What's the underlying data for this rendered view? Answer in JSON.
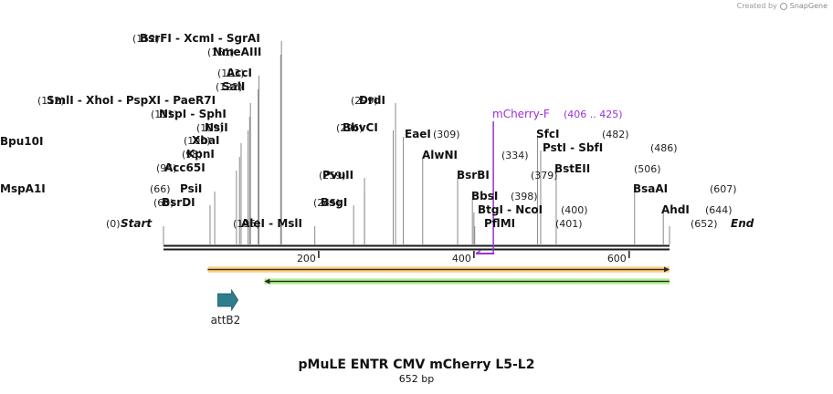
{
  "credit": {
    "prefix": "Created by",
    "brand": "SnapGene"
  },
  "plasmid": {
    "name": "pMuLE ENTR CMV mCherry L5-L2",
    "length_label": "652 bp",
    "length": 652
  },
  "ruler": {
    "ticks": [
      {
        "pos": 200,
        "label": "200"
      },
      {
        "pos": 400,
        "label": "400"
      },
      {
        "pos": 600,
        "label": "600"
      }
    ]
  },
  "sites": [
    {
      "pos": 0,
      "num": "(0)",
      "name": "Start",
      "italic": true
    },
    {
      "pos": 652,
      "num": "(652)",
      "name": "End",
      "italic": true
    },
    {
      "pos": 60,
      "num": "(60)",
      "name": "BsrDI"
    },
    {
      "pos": 66,
      "num": "(66)",
      "name": "PsiI"
    },
    {
      "pos": 94,
      "num": "(94)",
      "name": "Acc65I"
    },
    {
      "pos": 98,
      "num": "(98)",
      "name": "KpnI"
    },
    {
      "pos": 100,
      "num": "(100)",
      "name": "XbaI"
    },
    {
      "pos": 109,
      "num": "(109)",
      "name": "NsiI"
    },
    {
      "pos": 111,
      "num": "(111)",
      "name": "NspI - SphI"
    },
    {
      "pos": 112,
      "num": "(112)",
      "name": "SmlI - XhoI - PspXI - PaeR7I"
    },
    {
      "pos": 122,
      "num": "(122)",
      "name": "SalI"
    },
    {
      "pos": 123,
      "num": "(123)",
      "name": "AccI"
    },
    {
      "pos": 151,
      "num": "(151)",
      "name": "NmeAIII"
    },
    {
      "pos": 152,
      "num": "(152)",
      "name": "BsrFI - XcmI - SgrAI"
    },
    {
      "pos": 195,
      "num": "(195)",
      "name": "AleI - MslI"
    },
    {
      "pos": 245,
      "num": "(245)",
      "name": "BsgI"
    },
    {
      "pos": 259,
      "num": "(259)",
      "name": "PvuII"
    },
    {
      "pos": 259,
      "num": "",
      "name": "MspA1I"
    },
    {
      "pos": 296,
      "num": "(296)",
      "name": "BbvCI"
    },
    {
      "pos": 296,
      "num": "",
      "name": "Bpu10I"
    },
    {
      "pos": 299,
      "num": "(299)",
      "name": "DrdI"
    },
    {
      "pos": 309,
      "num": "(309)",
      "name": "EaeI"
    },
    {
      "pos": 334,
      "num": "(334)",
      "name": "AlwNI"
    },
    {
      "pos": 379,
      "num": "(379)",
      "name": "BsrBI"
    },
    {
      "pos": 398,
      "num": "(398)",
      "name": "BbsI"
    },
    {
      "pos": 400,
      "num": "(400)",
      "name": "BtgI - NcoI"
    },
    {
      "pos": 401,
      "num": "(401)",
      "name": "PflMI"
    },
    {
      "pos": 482,
      "num": "(482)",
      "name": "SfcI"
    },
    {
      "pos": 486,
      "num": "(486)",
      "name": "PstI - SbfI"
    },
    {
      "pos": 506,
      "num": "(506)",
      "name": "BstEII"
    },
    {
      "pos": 607,
      "num": "(607)",
      "name": "BsaAI"
    },
    {
      "pos": 644,
      "num": "(644)",
      "name": "AhdI"
    }
  ],
  "primer": {
    "name": "mCherry-F",
    "range": "(406 .. 425)",
    "start": 406,
    "end": 425,
    "color": "#9b30d9"
  },
  "features": [
    {
      "type": "orange-bar",
      "start": 57,
      "end": 652,
      "direction": "forward",
      "color": "#f5a623"
    },
    {
      "type": "green-bar",
      "start": 130,
      "end": 652,
      "direction": "reverse",
      "color": "#6fd63a"
    },
    {
      "name": "attB2",
      "type": "arrow",
      "start": 70,
      "end": 96,
      "direction": "forward",
      "color": "#2e7d8f"
    }
  ]
}
